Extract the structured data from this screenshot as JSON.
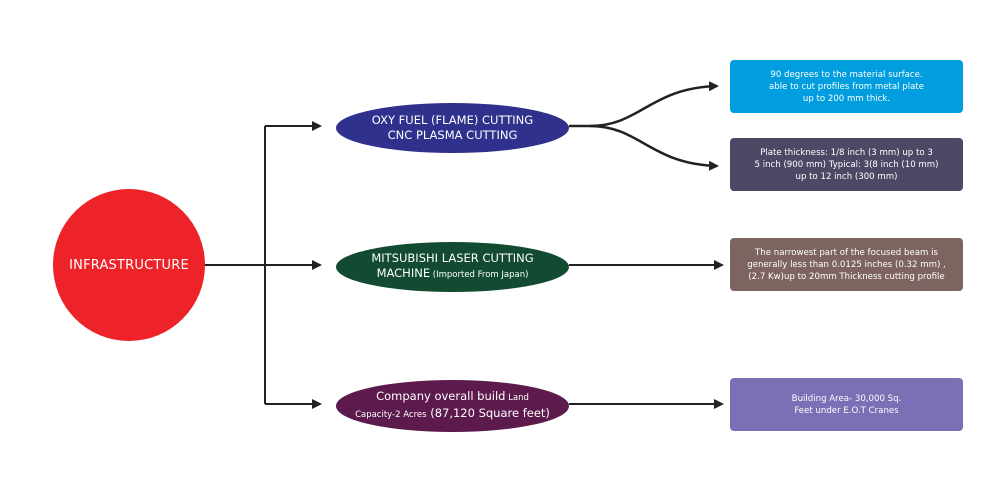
{
  "colors": {
    "root": "#ee2229",
    "branch1": "#30318d",
    "branch2": "#124b32",
    "branch3": "#5c1a4d",
    "box1": "#009ddf",
    "box2": "#4c4966",
    "box3": "#7d6461",
    "box4": "#7b6fb6",
    "connector": "#222222"
  },
  "root": {
    "label": "INFRASTRUCTURE"
  },
  "branches": [
    {
      "line1": "OXY FUEL (FLAME) CUTTING",
      "line2": "CNC PLASMA CUTTING",
      "details": [
        {
          "lines": [
            "90 degrees to the material surface.",
            "able to cut profiles from metal plate",
            "up to 200 mm thick."
          ]
        },
        {
          "lines": [
            "Plate thickness: 1/8 inch (3 mm) up to 3",
            "5 inch (900 mm) Typical: 3(8 inch (10 mm)",
            "up to 12 inch (300 mm)"
          ]
        }
      ]
    },
    {
      "line1": "MITSUBISHI LASER CUTTING",
      "line2": "MACHINE",
      "line2_suffix": " (Imported From Japan)",
      "details": [
        {
          "lines": [
            "The narrowest part of the focused beam is",
            "generally less than 0.0125 inches (0.32 mm) ,",
            "(2.7 Kw)up to 20mm Thickness cutting profile"
          ]
        }
      ]
    },
    {
      "line1": "Company overall build",
      "line1_suffix": " Land",
      "line2_prefix": "Capacity-2 Acres",
      "line2": " (87,120 Square feet)",
      "details": [
        {
          "lines": [
            "Building Area- 30,000 Sq.",
            "Feet under E.O.T Cranes"
          ]
        }
      ]
    }
  ]
}
